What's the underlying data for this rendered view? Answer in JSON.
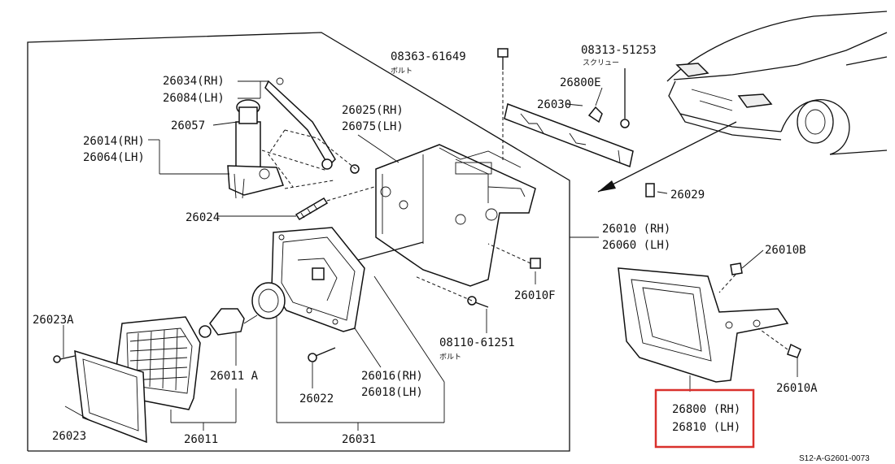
{
  "diagram": {
    "highlight_color": "#d9302c",
    "reference_code": "S12-A-G2601-0073",
    "labels": {
      "p26034": "26034(RH)",
      "p26084": "26084(LH)",
      "p26057": "26057",
      "p26014": "26014(RH)",
      "p26064": "26064(LH)",
      "p26024": "26024",
      "p26023A": "26023A",
      "p26023": "26023",
      "p26011A": "26011 A",
      "p26011": "26011",
      "p26022": "26022",
      "p26016": "26016(RH)",
      "p26018": "26018(LH)",
      "p26031": "26031",
      "p26025": "26025(RH)",
      "p26075": "26075(LH)",
      "p08363": "08363-61649",
      "p08363_sub": "ボルト",
      "p08313": "08313-51253",
      "p08313_sub": "スクリュー",
      "p26800E": "26800E",
      "p26030": "26030",
      "p26029": "26029",
      "p26010": "26010 (RH)",
      "p26060": "26060 (LH)",
      "p26010F": "26010F",
      "p08110": "08110-61251",
      "p08110_sub": "ボルト",
      "p26010B": "26010B",
      "p26010A": "26010A",
      "p26800": "26800 (RH)",
      "p26810": "26810 (LH)"
    }
  }
}
